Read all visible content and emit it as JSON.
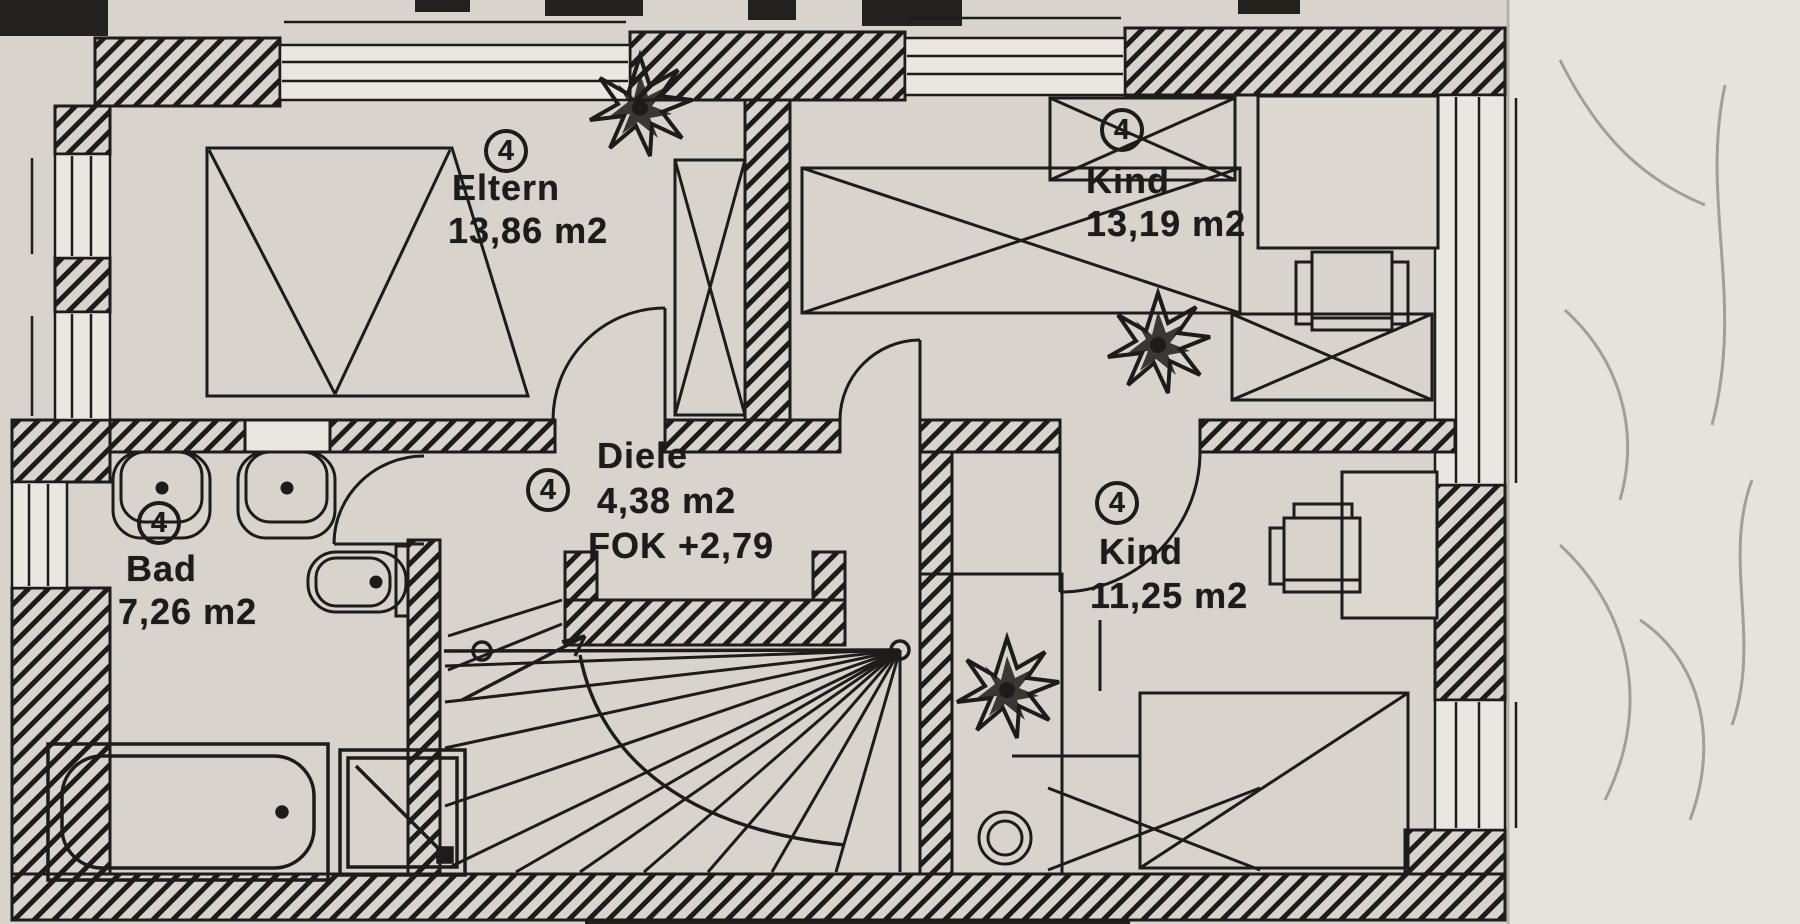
{
  "palette": {
    "paper": "#d8d4cd",
    "paper_light": "#eae7e1",
    "ink": "#1d1c1a",
    "pencil": "#a49e94"
  },
  "rooms": [
    {
      "key": "eltern",
      "marker": "4",
      "name": "Eltern",
      "area": "13,86 m2"
    },
    {
      "key": "kind_upper",
      "marker": "4",
      "name": "Kind",
      "area": "13,19 m2"
    },
    {
      "key": "diele",
      "marker": "4",
      "name": "Diele",
      "area": "4,38 m2",
      "note": "FOK +2,79"
    },
    {
      "key": "bad",
      "marker": "4",
      "name": "Bad",
      "area": "7,26 m2"
    },
    {
      "key": "kind_lower",
      "marker": "4",
      "name": "Kind",
      "area": "11,25 m2"
    }
  ]
}
